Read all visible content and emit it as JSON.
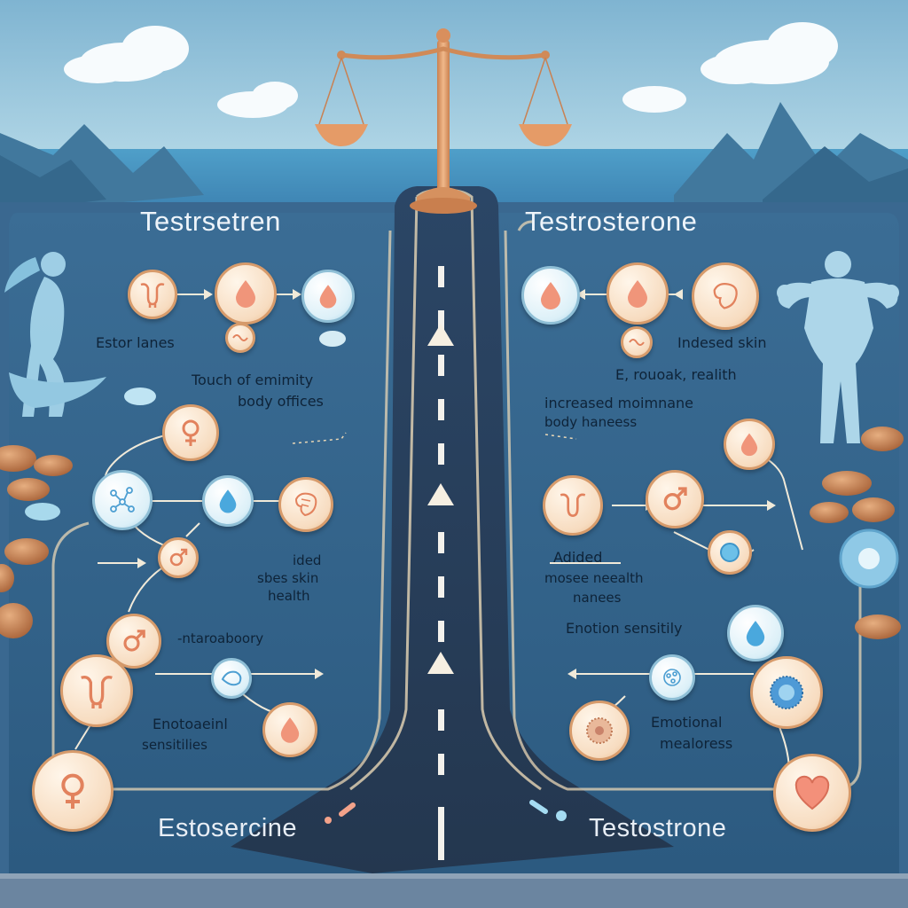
{
  "titles": {
    "top_left": "Testrsetren",
    "top_right": "Testrosterone",
    "bottom_left": "Estosercine",
    "bottom_right": "Testostrone"
  },
  "left_labels": {
    "estor_lanes": "Estor lanes",
    "touch_line1": "Touch of emimity",
    "touch_line2": "body offices",
    "skin_line1": "ided",
    "skin_line2": "sbes skin",
    "skin_line3": "health",
    "interaboary": "-ntaroaboory",
    "emo_line1": "Enotoaeinl",
    "emo_line2": "sensitilies"
  },
  "right_labels": {
    "indesed_skin": "Indesed skin",
    "rouoak_health": "E, rouoak, realith",
    "increased_line1": "increased moimnane",
    "increased_line2": "body haneess",
    "adided_line1": "Adided",
    "adided_line2": "mosee neealth",
    "adided_line3": "nanees",
    "emotion_sensitily": "Enotion sensitily",
    "emotional_line1": "Emotional",
    "emotional_line2": "mealoress"
  },
  "icons": {
    "scale": "balance-scale-icon",
    "venus": "venus-symbol-icon",
    "mars": "mars-symbol-icon",
    "drop": "droplet-icon",
    "uterus": "uterus-icon",
    "heart": "heart-icon",
    "cell": "cell-icon"
  },
  "colors": {
    "sky": "#9ccbe0",
    "board": "#33628a",
    "road": "#2b3e56",
    "peach_node": "#f7dcc0",
    "blue_node": "#dcf0f8",
    "accent_orange": "#e8805a",
    "accent_blue": "#3d95d0"
  }
}
